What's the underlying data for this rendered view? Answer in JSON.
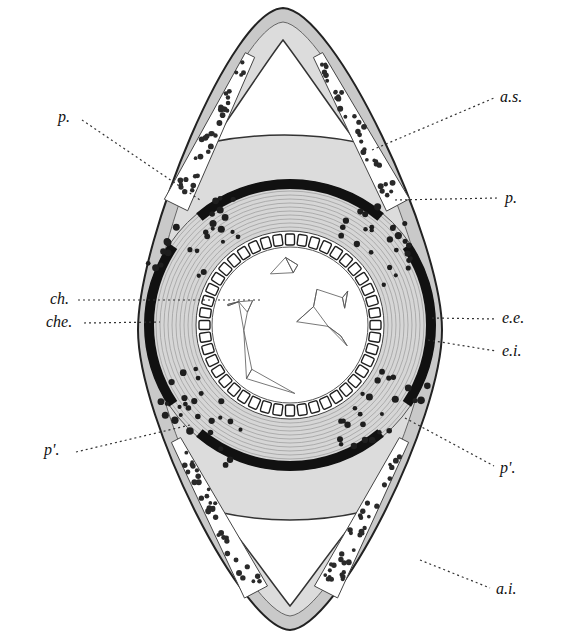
{
  "diagram": {
    "labels": [
      "a.s.",
      "p.",
      "p.",
      "ch.",
      "che.",
      "e.e.",
      "e.i.",
      "p'.",
      "p'.",
      "a.i."
    ]
  }
}
